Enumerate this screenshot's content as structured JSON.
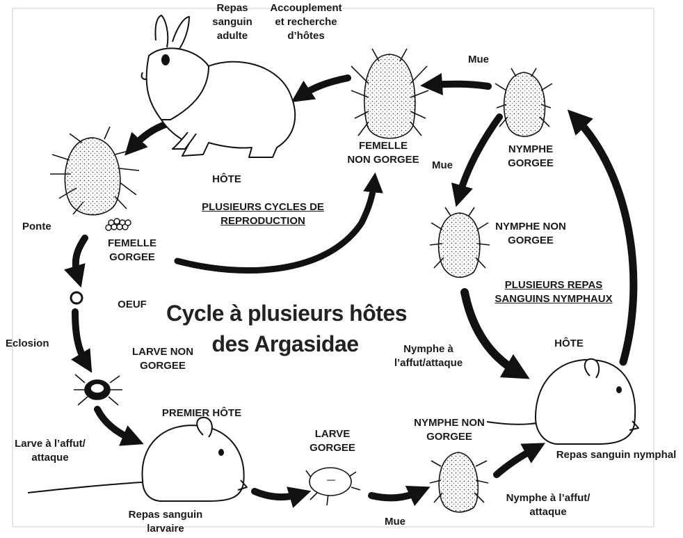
{
  "title": {
    "line1": "Cycle à plusieurs hôtes",
    "line2": "des Argasidae"
  },
  "labels": {
    "repas_sanguin_adulte": [
      "Repas",
      "sanguin",
      "adulte"
    ],
    "accouplement": [
      "Accouplement",
      "et recherche",
      "d’hôtes"
    ],
    "mue_top": "Mue",
    "femelle_non_gorgee": [
      "FEMELLE",
      "NON GORGEE"
    ],
    "nymphe_gorgee": [
      "NYMPHE",
      "GORGEE"
    ],
    "mue_right": "Mue",
    "hote_top": "HÔTE",
    "plusieurs_cycles": [
      "PLUSIEURS CYCLES DE",
      "REPRODUCTION"
    ],
    "nymphe_non_gorgee_right": [
      "NYMPHE NON",
      "GORGEE"
    ],
    "ponte": "Ponte",
    "femelle_gorgee": [
      "FEMELLE",
      "GORGEE"
    ],
    "plusieurs_repas": [
      "PLUSIEURS REPAS",
      "SANGUINS NYMPHAUX"
    ],
    "oeuf": "OEUF",
    "eclosion": "Eclosion",
    "larve_non_gorgee": [
      "LARVE NON",
      "GORGEE"
    ],
    "nymphe_affut_top": [
      "Nymphe à",
      "l’affut/attaque"
    ],
    "hote_right": "HÔTE",
    "premier_hote": "PREMIER HÔTE",
    "larve_affut": [
      "Larve à l’affut/",
      "attaque"
    ],
    "larve_gorgee": [
      "LARVE",
      "GORGEE"
    ],
    "nymphe_non_gorgee_bottom": [
      "NYMPHE NON",
      "GORGEE"
    ],
    "repas_nymphal": "Repas sanguin nymphal",
    "repas_larvaire": [
      "Repas sanguin",
      "larvaire"
    ],
    "mue_bottom": "Mue",
    "nymphe_affut_bottom": [
      "Nymphe à l’affut/",
      "attaque"
    ]
  }
}
